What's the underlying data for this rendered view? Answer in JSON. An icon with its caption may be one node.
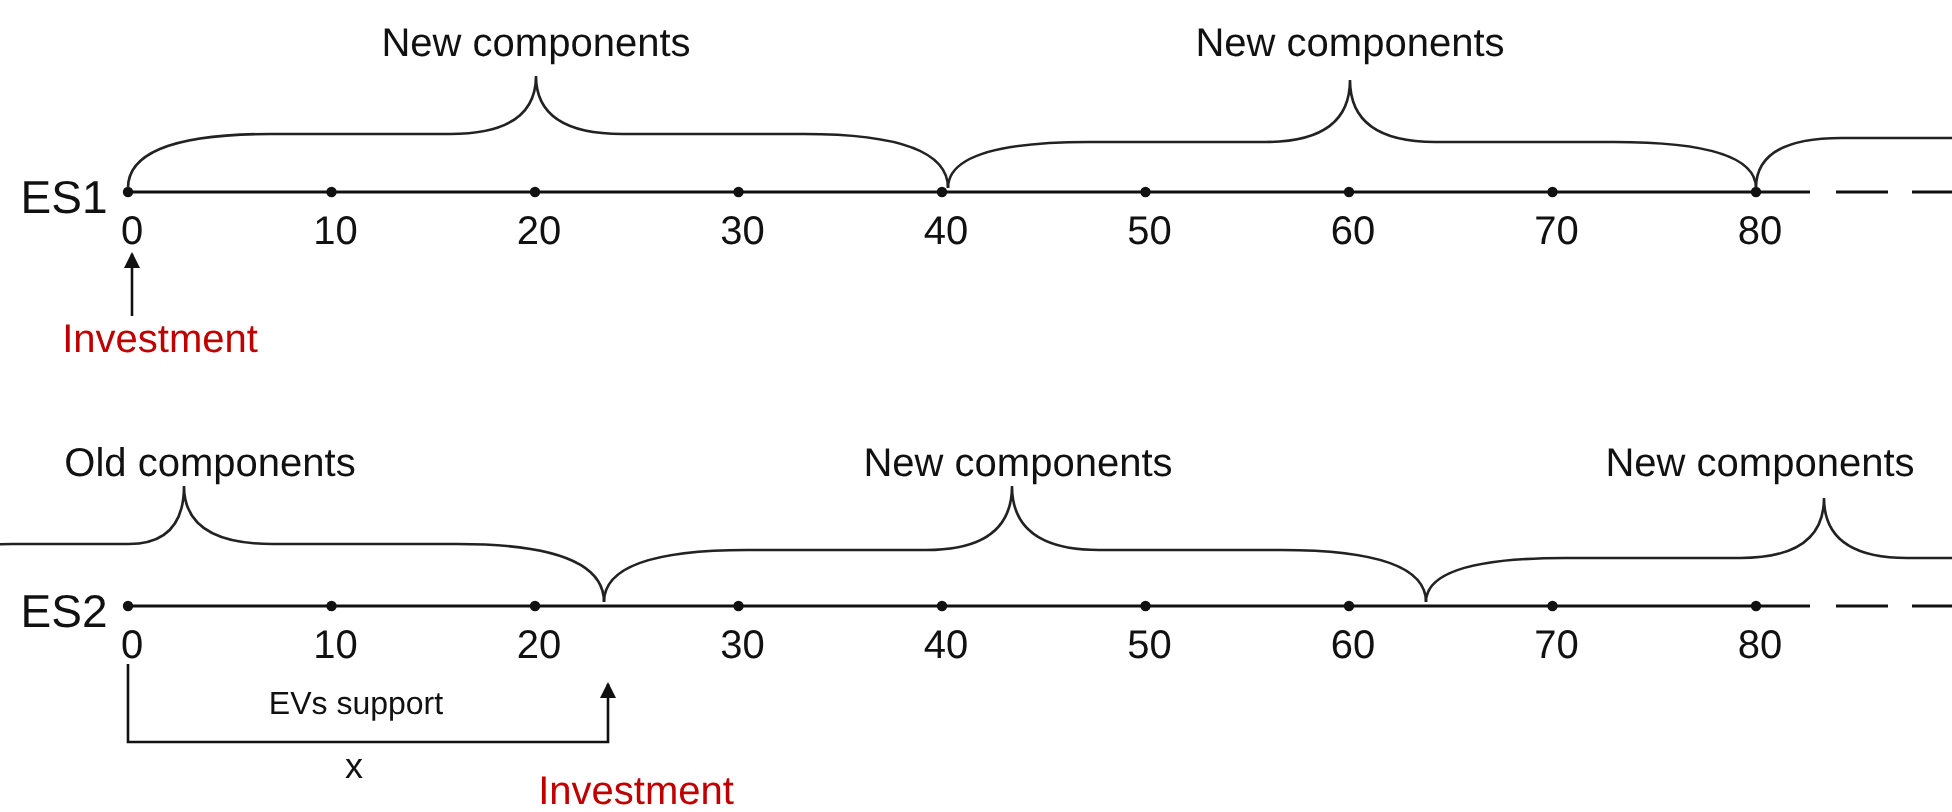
{
  "diagram": {
    "nodes": [
      {
        "text": [
          "0"
        ]
      },
      {
        "text": [
          "Investment"
        ]
      },
      {
        "text": [
          "Investment"
        ]
      }
    ],
    "edges": [
      {
        "from": 1,
        "to": 0,
        "arrow": "to"
      }
    ],
    "labels": [
      "New components",
      "New components",
      "ES1",
      "10",
      "20",
      "30",
      "40",
      "50",
      "60",
      "70",
      "80",
      "Old components",
      "New components",
      "New components",
      "ES2",
      "0",
      "10",
      "20",
      "30",
      "40",
      "50",
      "60",
      "70",
      "80",
      "EVs support",
      "x"
    ]
  }
}
